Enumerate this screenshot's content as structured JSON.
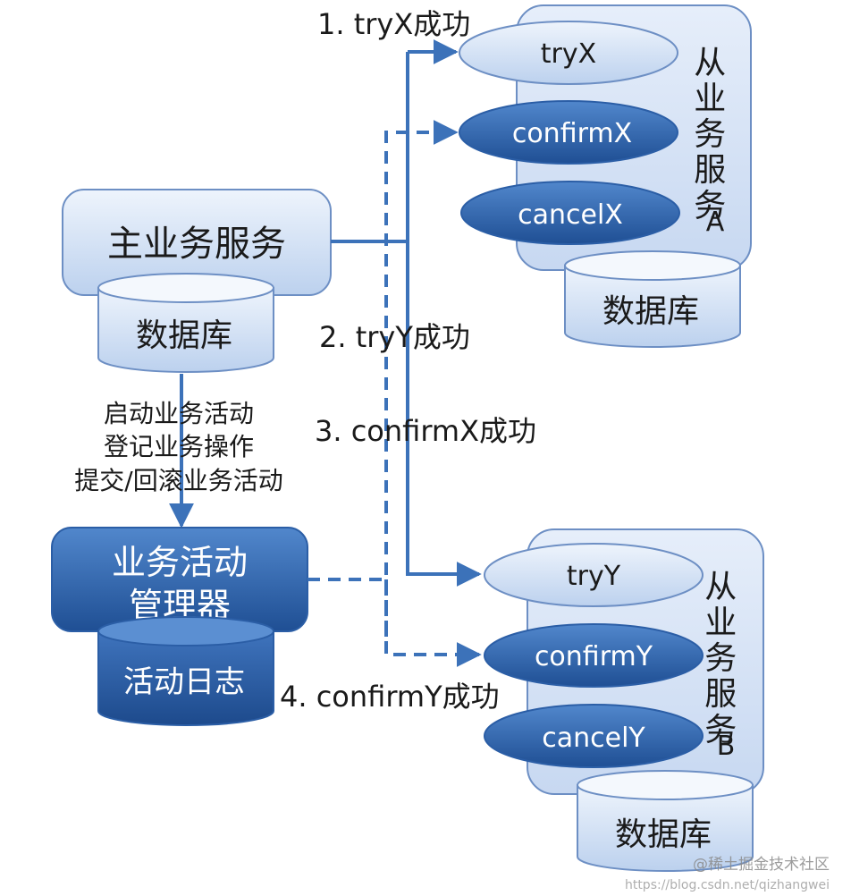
{
  "main_service": {
    "title": "主业务服务",
    "db_label": "数据库"
  },
  "coordinator": {
    "title_line1": "业务活动",
    "title_line2": "管理器",
    "log_label": "活动日志"
  },
  "flow_note": {
    "line1": "启动业务活动",
    "line2": "登记业务操作",
    "line3": "提交/回滚业务活动"
  },
  "service_a": {
    "title": "从业务服务A",
    "try_label": "tryX",
    "confirm_label": "confirmX",
    "cancel_label": "cancelX",
    "db_label": "数据库"
  },
  "service_b": {
    "title": "从业务服务B",
    "try_label": "tryY",
    "confirm_label": "confirmY",
    "cancel_label": "cancelY",
    "db_label": "数据库"
  },
  "steps": {
    "step1": "1. tryX成功",
    "step2": "2. tryY成功",
    "step3": "3. confirmX成功",
    "step4": "4. confirmY成功"
  },
  "watermark": {
    "brand": "@稀土掘金技术社区",
    "url": "https://blog.csdn.net/qizhangwei"
  },
  "colors": {
    "light_fill_top": "#eef4fc",
    "light_fill_bottom": "#bcd1ee",
    "light_stroke": "#6d8fc4",
    "dark_fill_top": "#4a7fc6",
    "dark_fill_bottom": "#1f4f94",
    "arrow": "#3c72b9",
    "text": "#1a1a1a"
  }
}
